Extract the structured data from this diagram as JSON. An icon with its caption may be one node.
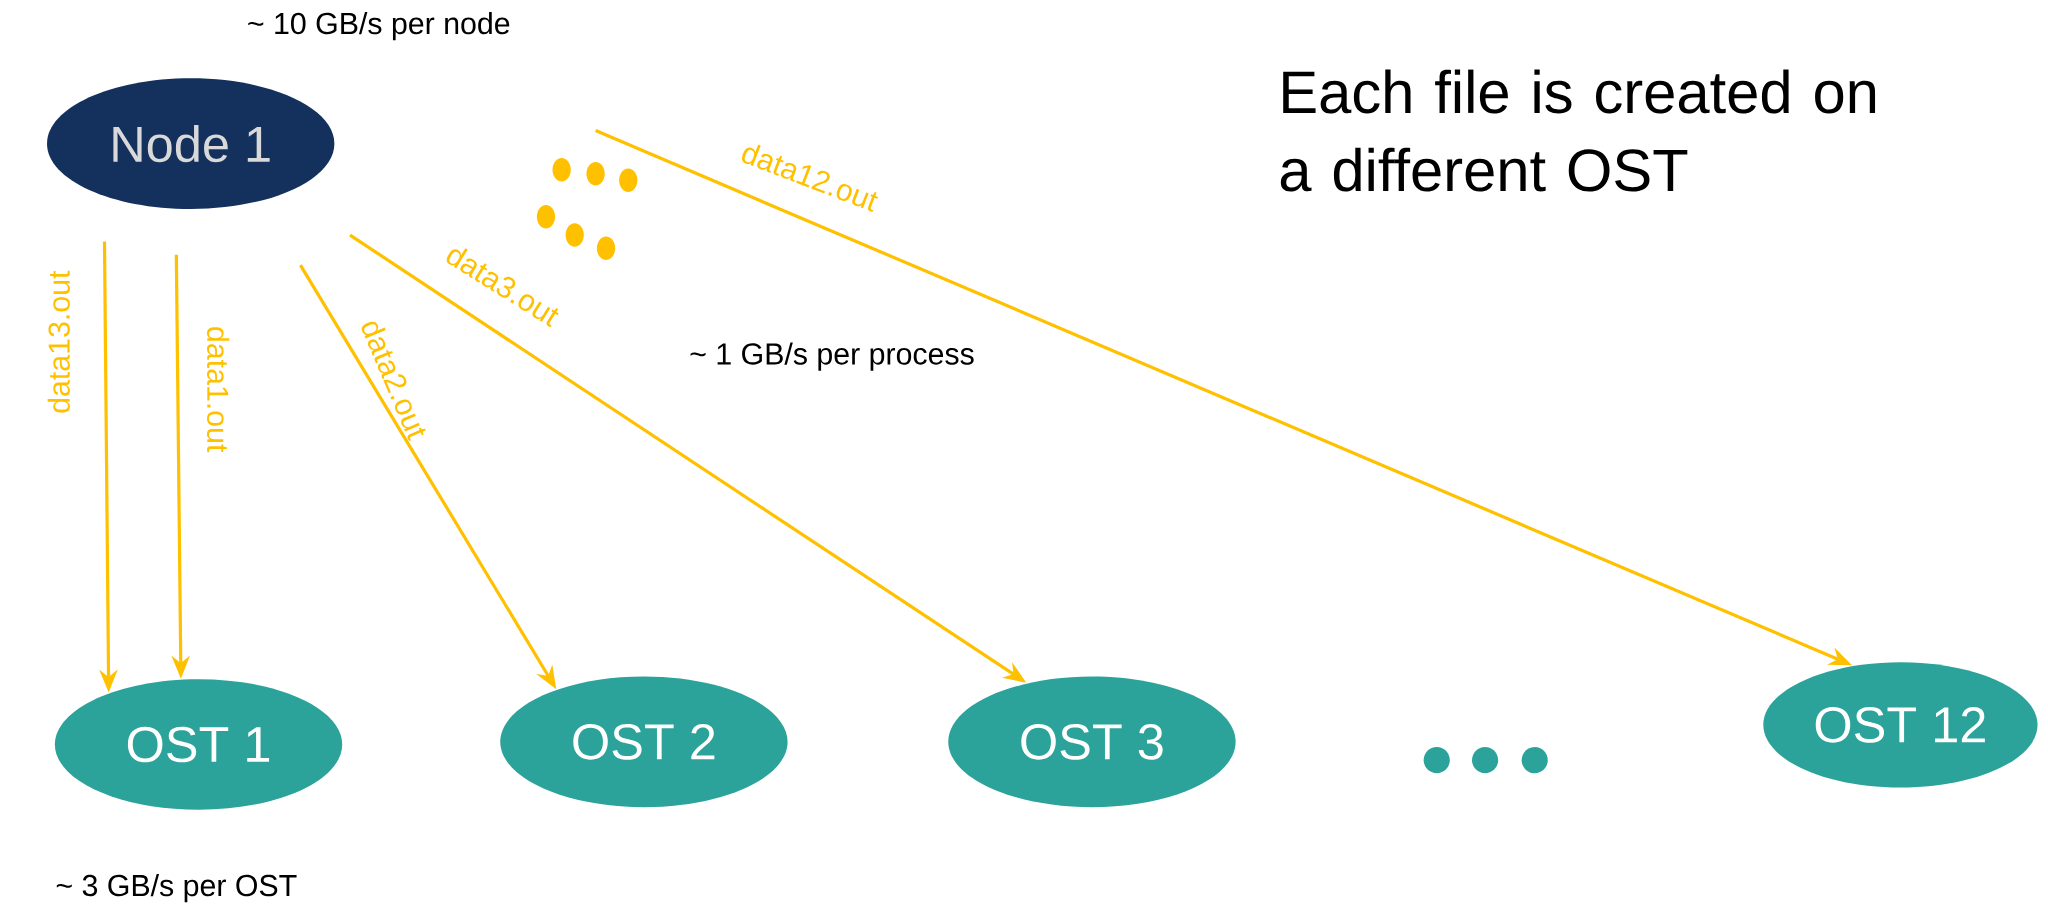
{
  "diagram": {
    "nodes": [
      {
        "text": [
          "Node 1"
        ],
        "beside": [
          "~ 10 GB/s per node"
        ]
      },
      {
        "text": [
          "OST 1"
        ],
        "beside": [
          "~ 3 GB/s per OST"
        ]
      },
      {
        "text": [
          "OST 2"
        ]
      },
      {
        "text": [
          "OST 3"
        ]
      },
      {
        "text": [
          "OST 12"
        ]
      }
    ],
    "edges": [
      {
        "from": 0,
        "to": 1,
        "arrow": "to",
        "label": "data13.out"
      },
      {
        "from": 0,
        "to": 1,
        "arrow": "to",
        "label": "data1.out"
      },
      {
        "from": 0,
        "to": 2,
        "arrow": "to",
        "label": "data2.out"
      },
      {
        "from": 0,
        "to": 3,
        "arrow": "to",
        "label": "data3.out"
      },
      {
        "from": 0,
        "to": 4,
        "arrow": "to",
        "label": "data12.out"
      }
    ],
    "labels": [
      "Each file is created on a different OST",
      "~ 1 GB/s per process"
    ]
  }
}
